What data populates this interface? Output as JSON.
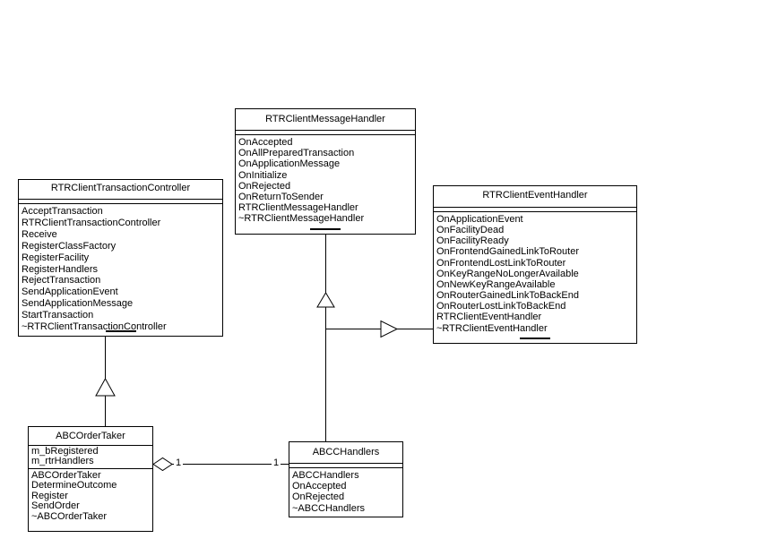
{
  "classes": [
    {
      "name": "RTRClientMessageHandler",
      "attributes": [],
      "methods": [
        "OnAccepted",
        "OnAllPreparedTransaction",
        "OnApplicationMessage",
        "OnInitialize",
        "OnRejected",
        "OnReturnToSender",
        "RTRClientMessageHandler",
        "~RTRClientMessageHandler"
      ]
    },
    {
      "name": "RTRClientTransactionController",
      "attributes": [],
      "methods": [
        "AcceptTransaction",
        "RTRClientTransactionController",
        "Receive",
        "RegisterClassFactory",
        "RegisterFacility",
        "RegisterHandlers",
        "RejectTransaction",
        "SendApplicationEvent",
        "SendApplicationMessage",
        "StartTransaction",
        "~RTRClientTransactionController"
      ]
    },
    {
      "name": "RTRClientEventHandler",
      "attributes": [],
      "methods": [
        "OnApplicationEvent",
        "OnFacilityDead",
        "OnFacilityReady",
        "OnFrontendGainedLinkToRouter",
        "OnFrontendLostLinkToRouter",
        "OnKeyRangeNoLongerAvailable",
        "OnNewKeyRangeAvailable",
        "OnRouterGainedLinkToBackEnd",
        "OnRouterLostLinkToBackEnd",
        "RTRClientEventHandler",
        "~RTRClientEventHandler"
      ]
    },
    {
      "name": "ABCOrderTaker",
      "attributes": [
        "m_bRegistered",
        "m_rtrHandlers"
      ],
      "methods": [
        "ABCOrderTaker",
        "DetermineOutcome",
        "Register",
        "SendOrder",
        "~ABCOrderTaker"
      ]
    },
    {
      "name": "ABCCHandlers",
      "attributes": [],
      "methods": [
        "ABCCHandlers",
        "OnAccepted",
        "OnRejected",
        "~ABCCHandlers"
      ]
    }
  ],
  "relationships": [
    {
      "type": "generalization",
      "from": "ABCOrderTaker",
      "to": "RTRClientTransactionController"
    },
    {
      "type": "generalization",
      "from": "ABCCHandlers",
      "to": "RTRClientMessageHandler"
    },
    {
      "type": "generalization",
      "from": "ABCCHandlers",
      "to": "RTRClientEventHandler"
    },
    {
      "type": "aggregation",
      "from": "ABCOrderTaker",
      "to": "ABCCHandlers",
      "from_multiplicity": "1",
      "to_multiplicity": "1"
    }
  ],
  "colors": {
    "background": "#ffffff",
    "line": "#000000",
    "box_fill": "#ffffff",
    "text": "#000000"
  }
}
